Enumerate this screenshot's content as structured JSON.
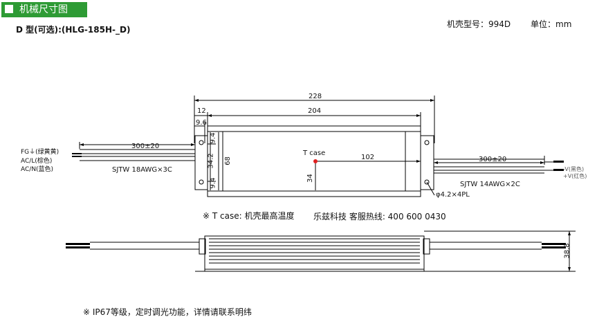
{
  "header": {
    "title": "机械尺寸图",
    "model": "D 型(可选):(HLG-185H-_D)",
    "case_no": "机壳型号：994D",
    "unit": "单位：mm"
  },
  "dimensions": {
    "total_length": "228",
    "body_length": "204",
    "flange_offset": "12",
    "hole_offset": "9.6",
    "input_cable_length": "300±20",
    "output_cable_length": "300±20",
    "tcase_offset": "102",
    "mount_upper": "9.4",
    "mount_lower": "9.4",
    "mount_spacing": "34.2",
    "width": "68",
    "tcase_from_bottom": "34",
    "hole_spec": "φ4.2×4PL",
    "height": "38.8"
  },
  "labels": {
    "fg": "FG⏚(绿黄黄)",
    "acl": "AC/L(棕色)",
    "acn": "AC/N(蓝色)",
    "input_cable": "SJTW 18AWG×3C",
    "output_cable": "SJTW 14AWG×2C",
    "tcase": "T case",
    "vminus": "-V(黑色)",
    "vplus": "+V(红色)"
  },
  "notes": {
    "tcase_note": "※ T case: 机壳最高温度",
    "hotline": "乐兹科技 客服热线:  400 600 0430",
    "ip_note": "※  IP67等级，定时调光功能，详情请联系明纬"
  },
  "colors": {
    "title_bg": "#2e9b35",
    "tcase_dot": "#e02020"
  }
}
